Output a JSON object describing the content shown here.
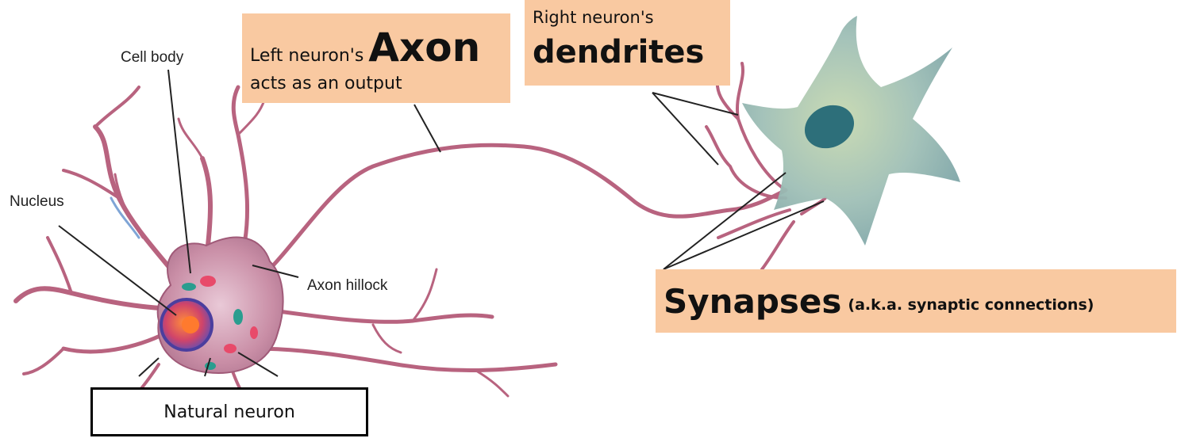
{
  "labels": {
    "cell_body": "Cell body",
    "nucleus": "Nucleus",
    "axon_hillock": "Axon hillock"
  },
  "callouts": {
    "axon": {
      "prefix": "Left neuron's",
      "emphasis": "Axon",
      "suffix": "acts as an output"
    },
    "dendrites": {
      "prefix": "Right neuron's",
      "emphasis": "dendrites"
    },
    "synapses": {
      "emphasis": "Synapses",
      "suffix": "(a.k.a. synaptic connections)"
    }
  },
  "caption": "Natural neuron",
  "colors": {
    "callout_bg": "#f9c9a1",
    "membrane": "#b8637f",
    "cell_fill": "#c98ea6",
    "right_cell": "#8fb7b0",
    "right_nucleus": "#2d6f7a"
  }
}
